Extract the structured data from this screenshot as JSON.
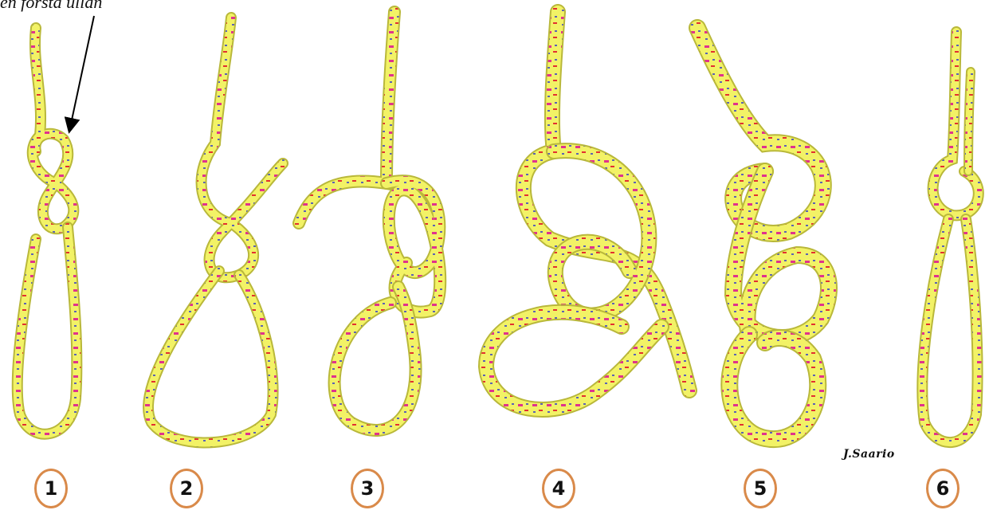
{
  "top_label": "en forsta ullan",
  "signature": "J.Saario",
  "rope_colors": {
    "main": "#f2f266",
    "shadow": "#b9b83a",
    "fleck_pink": "#e0338c",
    "fleck_red": "#e23030",
    "fleck_blue": "#5a63b5",
    "badge_border": "#d98a4a"
  },
  "steps": [
    {
      "label": "1"
    },
    {
      "label": "2"
    },
    {
      "label": "3"
    },
    {
      "label": "4"
    },
    {
      "label": "5"
    },
    {
      "label": "6"
    }
  ]
}
